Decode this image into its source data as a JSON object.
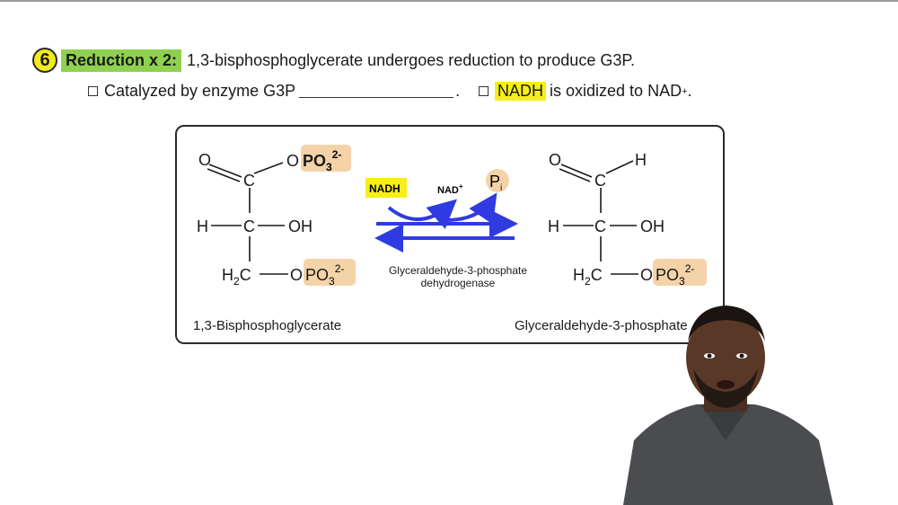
{
  "step": {
    "number": "6",
    "title": "Reduction x 2:",
    "description": "1,3-bisphosphoglycerate undergoes reduction to produce G3P."
  },
  "notes": {
    "catalyzed_text": "Catalyzed by enzyme G3P",
    "catalyzed_end": ".",
    "nadh_label": "NADH",
    "oxidized_text": "is oxidized to NAD",
    "oxidized_sup": "+",
    "oxidized_end": "."
  },
  "diagram": {
    "reactant": {
      "name": "1,3-Bisphosphoglycerate",
      "o_top": "O",
      "c_top": "C",
      "o_ester": "O",
      "po3_top": "PO",
      "po3_top_sub": "3",
      "po3_top_sup": "2-",
      "h_left": "H",
      "c_mid": "C",
      "oh": "OH",
      "h2c": "H",
      "h2c_sub": "2",
      "h2c_c": "C",
      "o_bottom": "O",
      "po3_bottom": "PO",
      "po3_bottom_sub": "3",
      "po3_bottom_sup": "2-"
    },
    "reaction": {
      "nadh": "NADH",
      "nad_plus": "NAD",
      "nad_plus_sup": "+",
      "pi": "P",
      "pi_sub": "i",
      "enzyme_line1": "Glyceraldehyde-3-phosphate",
      "enzyme_line2": "dehydrogenase"
    },
    "product": {
      "name": "Glyceraldehyde-3-phosphate",
      "o_top": "O",
      "h_top": "H",
      "c_top": "C",
      "h_left": "H",
      "c_mid": "C",
      "oh": "OH",
      "h2c": "H",
      "h2c_sub": "2",
      "h2c_c": "C",
      "o_bottom": "O",
      "po3": "PO",
      "po3_sub": "3",
      "po3_sup": "2-"
    }
  },
  "colors": {
    "step_circle": "#f2ea1c",
    "step_title_bg": "#8fd14f",
    "highlight_yellow": "#f7ee1a",
    "phosphate_bg": "#f5d3a8",
    "arrow_blue": "#2f3be0"
  }
}
